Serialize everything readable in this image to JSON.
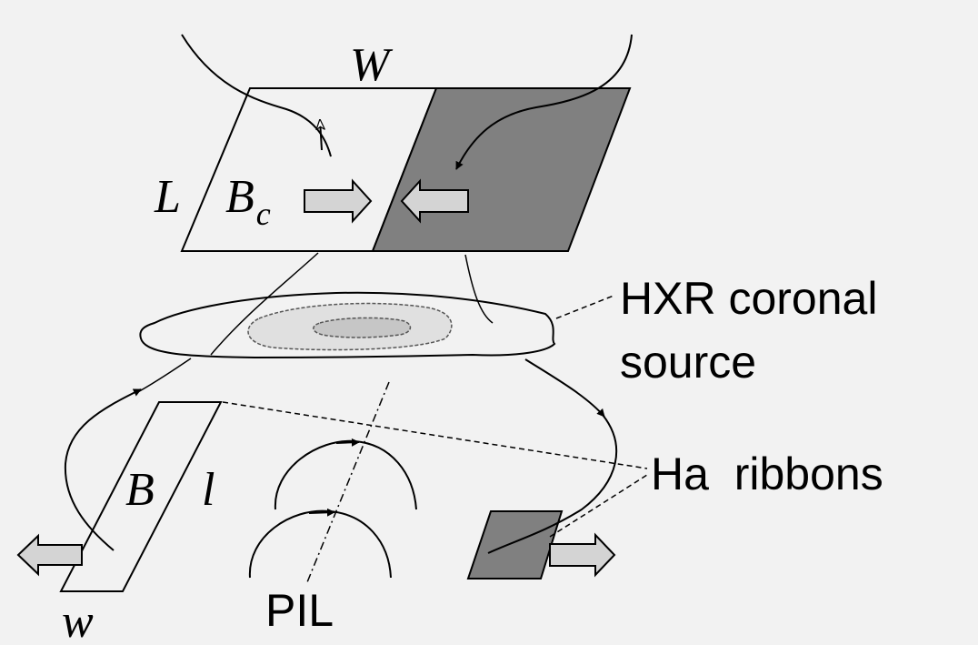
{
  "labels": {
    "W": "W",
    "L": "L",
    "B": "B",
    "c": "c",
    "B_lower": "B",
    "l": "l",
    "w": "w",
    "hxr_line1": "HXR coronal",
    "hxr_line2": "source",
    "ha_ribbons": "Ha  ribbons",
    "pil": "PIL"
  },
  "colors": {
    "background": "#f2f2f2",
    "dark_region": "#808080",
    "arrow_fill": "#d4d4d4",
    "contour_outer": "#e0e0e0",
    "contour_inner": "#c6c6c6",
    "stroke": "#000000"
  }
}
